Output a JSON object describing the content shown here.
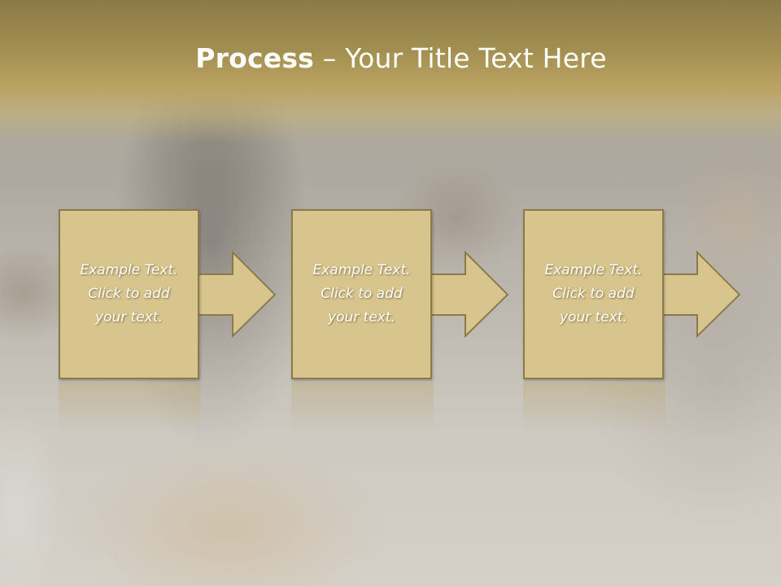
{
  "slide": {
    "title_bold": "Process",
    "title_rest": " – Your Title Text Here"
  },
  "steps": [
    {
      "label": "Example Text.\nClick  to add\nyour text."
    },
    {
      "label": "Example Text.\nClick  to add\nyour text."
    },
    {
      "label": "Example Text.\nClick  to add\nyour text."
    }
  ],
  "colors": {
    "title_band": "#a28f50",
    "box_fill": "#d8c58d",
    "box_border": "#8b7b4c",
    "text": "#ffffff"
  }
}
